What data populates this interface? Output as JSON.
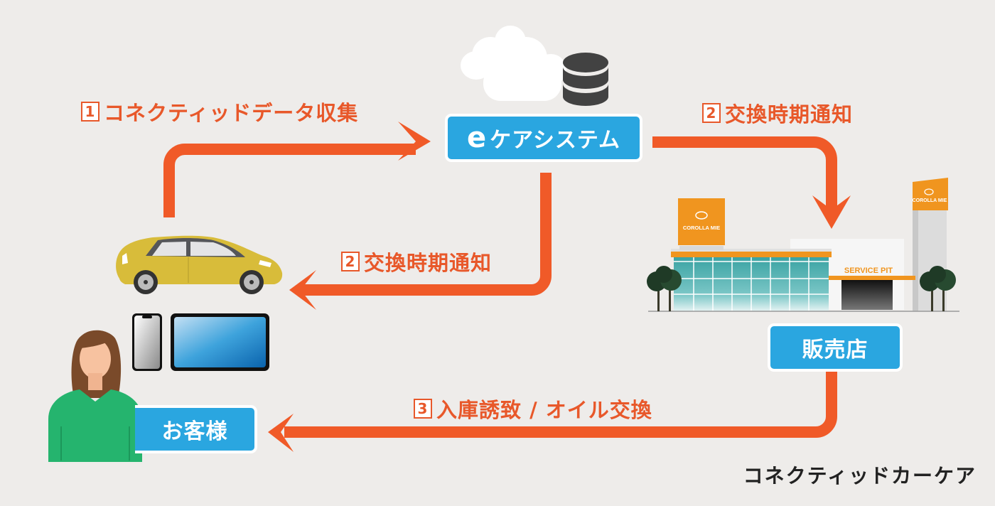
{
  "diagram": {
    "title": "コネクティッドカーケア",
    "nodes": {
      "ecare_system": {
        "prefix": "e",
        "label": "ケアシステム"
      },
      "dealer": {
        "label": "販売店"
      },
      "customer": {
        "label": "お客様"
      }
    },
    "steps": [
      {
        "number": "1",
        "text": "コネクティッドデータ収集",
        "from": "car",
        "to": "ecare_system"
      },
      {
        "number": "2",
        "text": "交換時期通知",
        "from": "ecare_system",
        "to": "dealer"
      },
      {
        "number": "2",
        "text": "交換時期通知",
        "from": "ecare_system",
        "to": "car"
      },
      {
        "number": "3",
        "text": "入庫誘致 / オイル交換",
        "from": "dealer",
        "to": "customer"
      }
    ],
    "dealer_building": {
      "sign_brand": "COROLLA MIE",
      "pylon_brand": "COROLLA MIE",
      "service_pit_label": "SERVICE PIT"
    },
    "icons": [
      "cloud-icon",
      "database-icon",
      "car-icon",
      "smartphone-icon",
      "tablet-icon",
      "person-icon",
      "dealer-building-icon",
      "tree-icon"
    ],
    "colors": {
      "arrow": "#f05a28",
      "step_text": "#e8582a",
      "node_fill": "#2aa6e0",
      "background": "#eeecea"
    }
  }
}
